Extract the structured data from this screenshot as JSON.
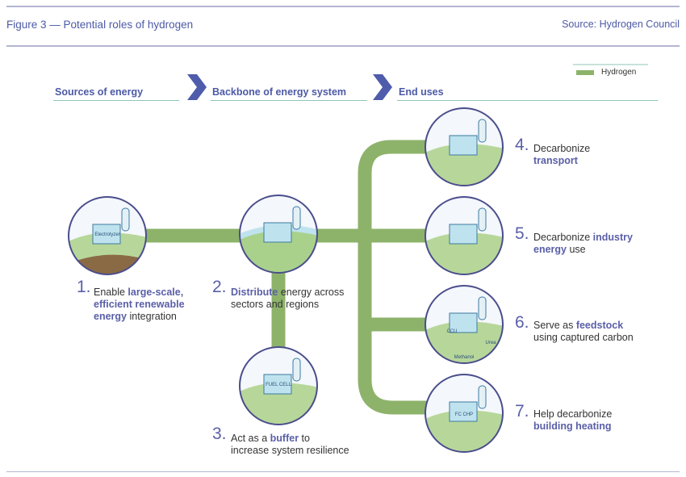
{
  "header": {
    "title": "Figure 3 — Potential roles of hydrogen",
    "source": "Source: Hydrogen Council"
  },
  "legend": {
    "label": "Hydrogen",
    "color": "#8db36a"
  },
  "stages": [
    "Sources of energy",
    "Backbone of energy system",
    "End uses"
  ],
  "circle_texts": {
    "electrolyzer": "Electrolyzer",
    "fuel_cell": "FUEL CELL",
    "ccu": "CCU",
    "urea": "Urea",
    "methanol": "Methanol",
    "fc_chp": "FC CHP"
  },
  "roles": [
    {
      "num": "1.",
      "lines": [
        [
          {
            "t": "Enable ",
            "b": false
          },
          {
            "t": "large-scale,",
            "b": true
          }
        ],
        [
          {
            "t": "efficient renewable",
            "b": true
          }
        ],
        [
          {
            "t": "energy",
            "b": true
          },
          {
            "t": " integration",
            "b": false
          }
        ]
      ]
    },
    {
      "num": "2.",
      "lines": [
        [
          {
            "t": "Distribute",
            "b": true
          },
          {
            "t": " energy across",
            "b": false
          }
        ],
        [
          {
            "t": "sectors and regions",
            "b": false
          }
        ]
      ]
    },
    {
      "num": "3.",
      "lines": [
        [
          {
            "t": "Act as a ",
            "b": false
          },
          {
            "t": "buffer",
            "b": true
          },
          {
            "t": " to",
            "b": false
          }
        ],
        [
          {
            "t": "increase system resilience",
            "b": false
          }
        ]
      ]
    },
    {
      "num": "4.",
      "lines": [
        [
          {
            "t": "Decarbonize",
            "b": false
          }
        ],
        [
          {
            "t": "transport",
            "b": true
          }
        ]
      ]
    },
    {
      "num": "5.",
      "lines": [
        [
          {
            "t": "Decarbonize ",
            "b": false
          },
          {
            "t": "industry",
            "b": true
          }
        ],
        [
          {
            "t": "energy",
            "b": true
          },
          {
            "t": " use",
            "b": false
          }
        ]
      ]
    },
    {
      "num": "6.",
      "lines": [
        [
          {
            "t": "Serve as ",
            "b": false
          },
          {
            "t": "feedstock",
            "b": true
          }
        ],
        [
          {
            "t": "using captured carbon",
            "b": false
          }
        ]
      ]
    },
    {
      "num": "7.",
      "lines": [
        [
          {
            "t": "Help decarbonize",
            "b": false
          }
        ],
        [
          {
            "t": "building heating",
            "b": true
          }
        ]
      ]
    }
  ],
  "colors": {
    "accent": "#4c5aa6",
    "pipe": "#8db36a",
    "circle_border": "#4a4d8c"
  }
}
